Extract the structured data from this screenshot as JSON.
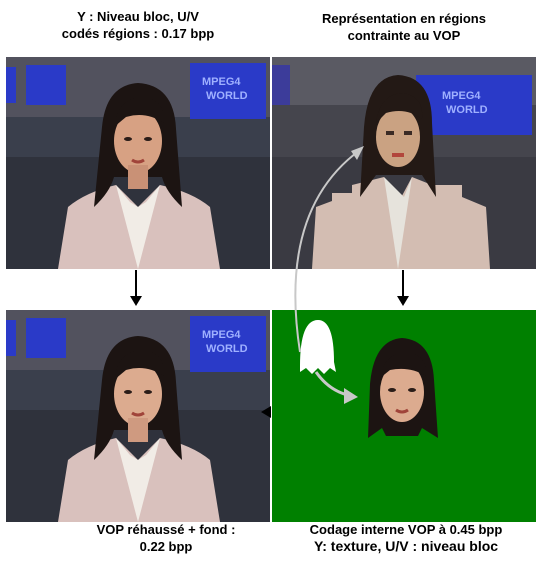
{
  "captions": {
    "top_left_line1": "Y : Niveau bloc, U/V",
    "top_left_line2": "codés régions : 0.17 bpp",
    "top_right_line1": "Représentation en régions",
    "top_right_line2": "contrainte au VOP",
    "bottom_left_line1": "VOP réhaussé + fond :",
    "bottom_left_line2": "0.22 bpp",
    "bottom_right_line1": "Codage interne VOP à 0.45 bpp",
    "bottom_right_line2": "Y: texture, U/V : niveau bloc"
  },
  "screen_text": {
    "line1": "MPEG4",
    "line2": "WORLD"
  },
  "colors": {
    "green_background": "#008000",
    "screen_blue": "#2a3ac8",
    "studio_dark": "#3a3f4c",
    "jacket_pink": "#d9c1bd",
    "skin": "#d7a183",
    "hair": "#1c1412",
    "arrow_gray": "#c8c8c8"
  }
}
